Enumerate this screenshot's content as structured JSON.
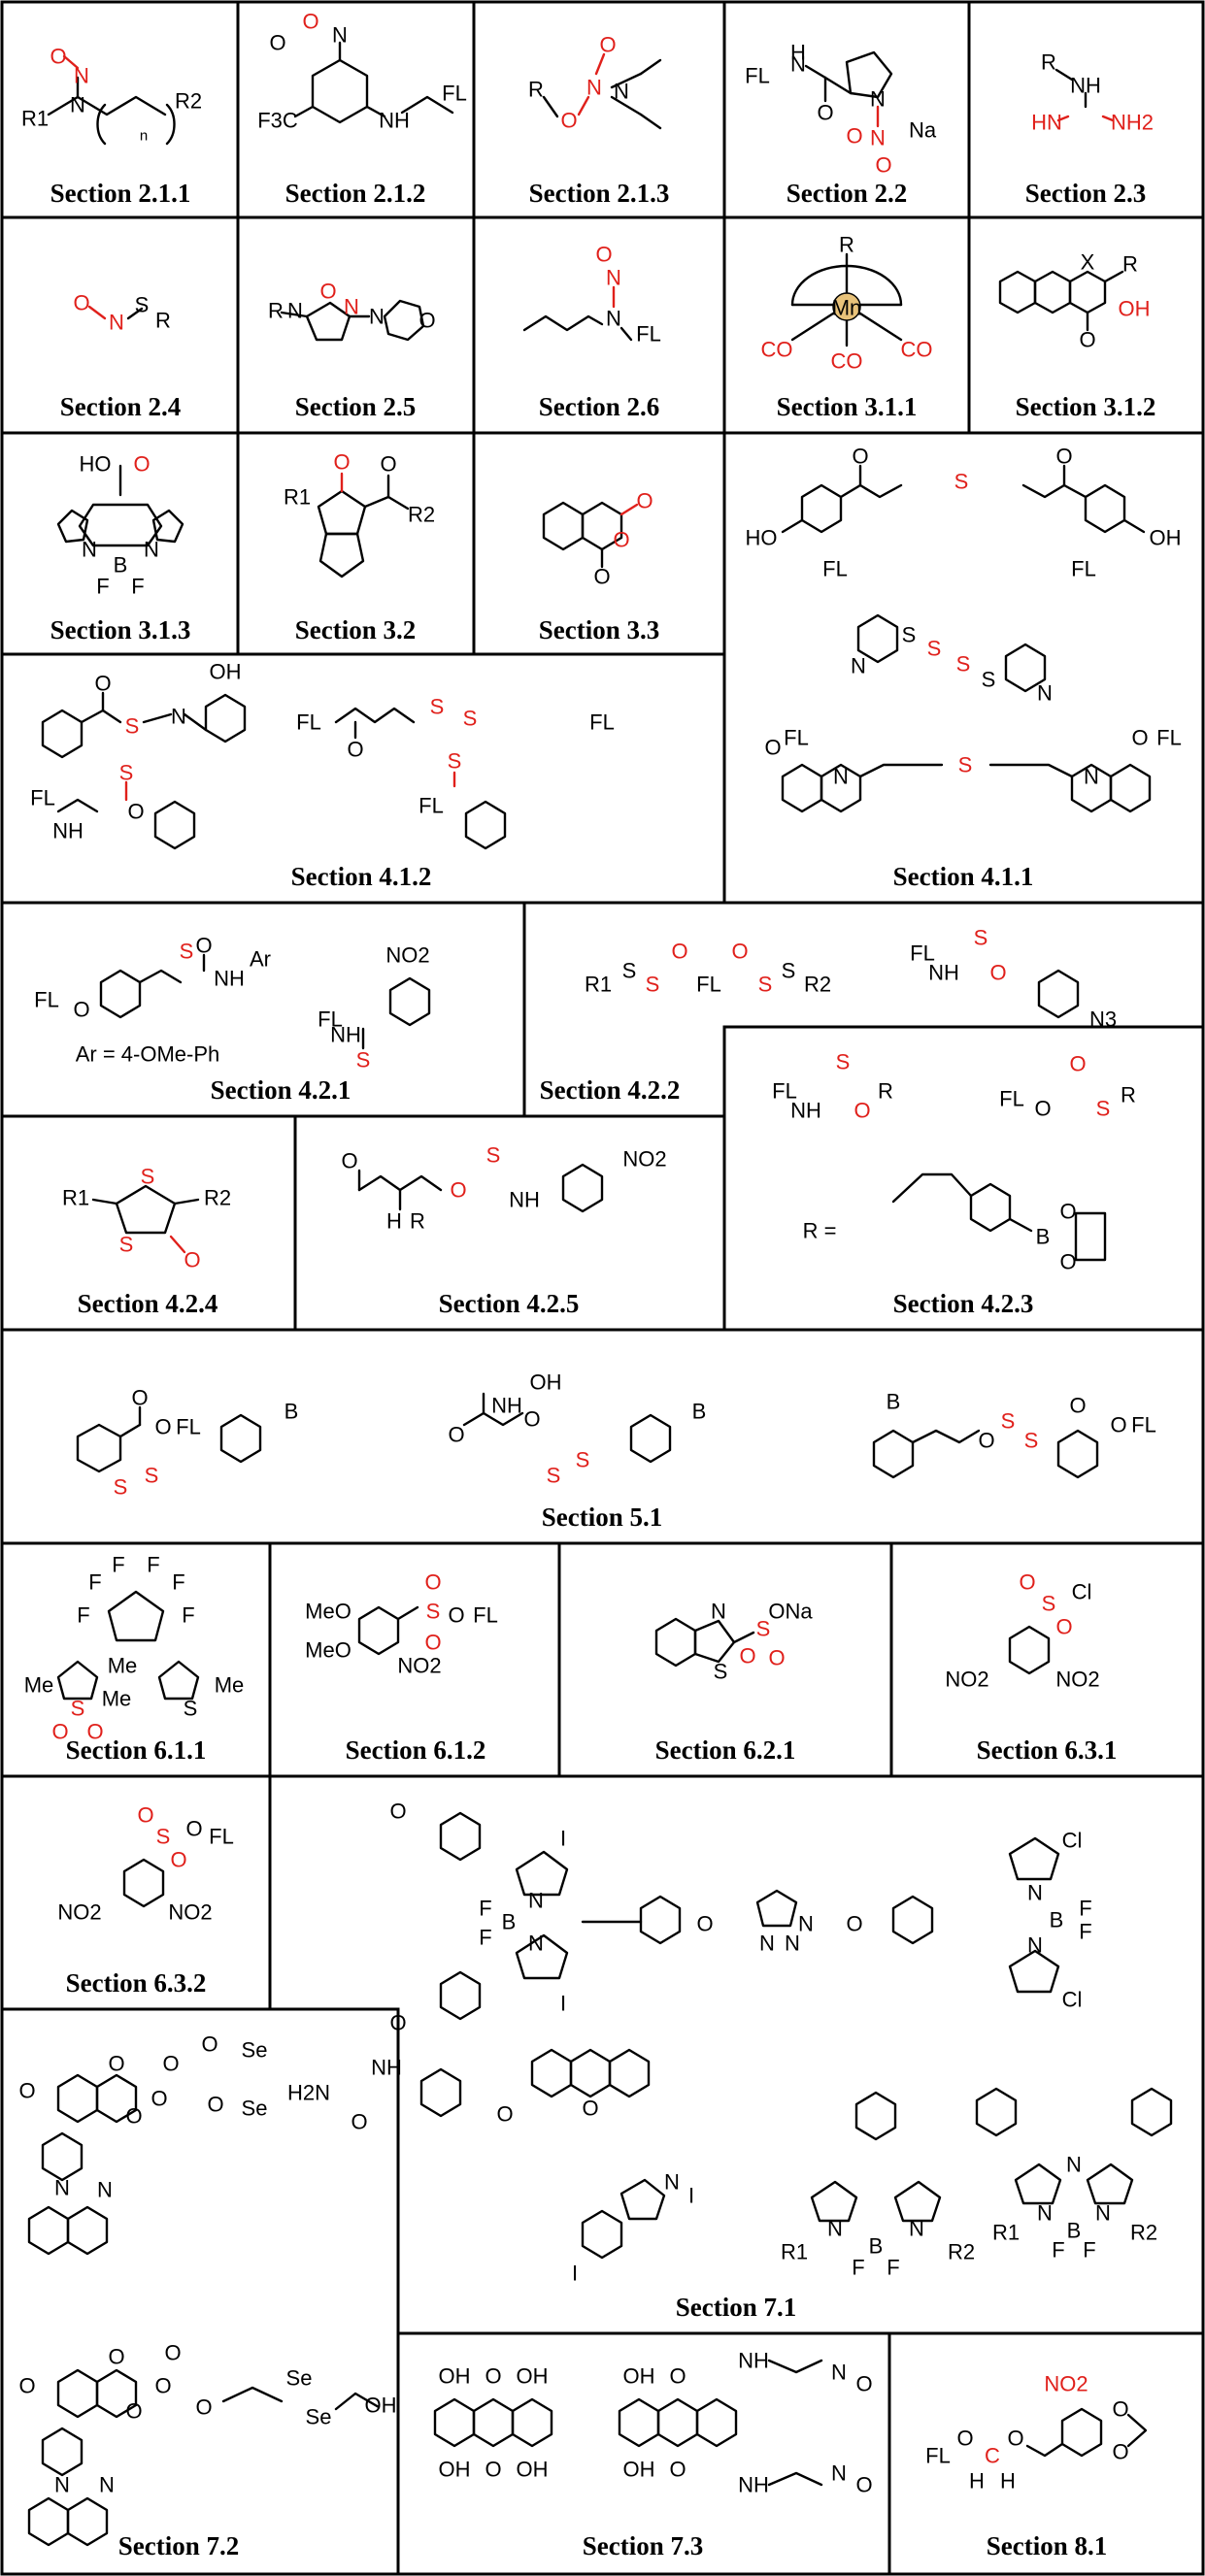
{
  "sections": [
    {
      "id": "s211",
      "label": "Section 2.1.1"
    },
    {
      "id": "s212",
      "label": "Section 2.1.2"
    },
    {
      "id": "s213",
      "label": "Section 2.1.3"
    },
    {
      "id": "s22",
      "label": "Section 2.2"
    },
    {
      "id": "s23",
      "label": "Section 2.3"
    },
    {
      "id": "s24",
      "label": "Section 2.4"
    },
    {
      "id": "s25",
      "label": "Section 2.5"
    },
    {
      "id": "s26",
      "label": "Section 2.6"
    },
    {
      "id": "s311",
      "label": "Section 3.1.1"
    },
    {
      "id": "s312",
      "label": "Section 3.1.2"
    },
    {
      "id": "s313",
      "label": "Section 3.1.3"
    },
    {
      "id": "s32",
      "label": "Section 3.2"
    },
    {
      "id": "s33",
      "label": "Section 3.3"
    },
    {
      "id": "s411",
      "label": "Section 4.1.1"
    },
    {
      "id": "s412",
      "label": "Section 4.1.2"
    },
    {
      "id": "s421",
      "label": "Section 4.2.1"
    },
    {
      "id": "s422",
      "label": "Section 4.2.2"
    },
    {
      "id": "s423",
      "label": "Section 4.2.3"
    },
    {
      "id": "s424",
      "label": "Section 4.2.4"
    },
    {
      "id": "s425",
      "label": "Section 4.2.5"
    },
    {
      "id": "s51",
      "label": "Section 5.1"
    },
    {
      "id": "s611",
      "label": "Section 6.1.1"
    },
    {
      "id": "s612",
      "label": "Section 6.1.2"
    },
    {
      "id": "s621",
      "label": "Section 6.2.1"
    },
    {
      "id": "s631",
      "label": "Section 6.3.1"
    },
    {
      "id": "s632",
      "label": "Section 6.3.2"
    },
    {
      "id": "s71",
      "label": "Section 7.1"
    },
    {
      "id": "s72",
      "label": "Section 7.2"
    },
    {
      "id": "s73",
      "label": "Section 7.3"
    },
    {
      "id": "s81",
      "label": "Section 8.1"
    }
  ],
  "atoms": {
    "O": "O",
    "N": "N",
    "S": "S",
    "H": "H",
    "B": "B",
    "F": "F",
    "X": "X",
    "R": "R",
    "R1": "R1",
    "R2": "R2",
    "FL": "FL",
    "n": "n",
    "Na": "Na",
    "Mn": "Mn",
    "CO": "CO",
    "OH": "OH",
    "HO": "HO",
    "NH": "NH",
    "NH2": "NH2",
    "H2N": "H2N",
    "F3C": "F3C",
    "NO2": "NO2",
    "MeO": "MeO",
    "Me": "Me",
    "Cl": "Cl",
    "I": "I",
    "ONa": "ONa",
    "Se": "Se",
    "Ar": "Ar",
    "ar_def": "Ar = 4-OMe-Ph",
    "r_def": "R =",
    "plus": "+",
    "minus": "−"
  }
}
